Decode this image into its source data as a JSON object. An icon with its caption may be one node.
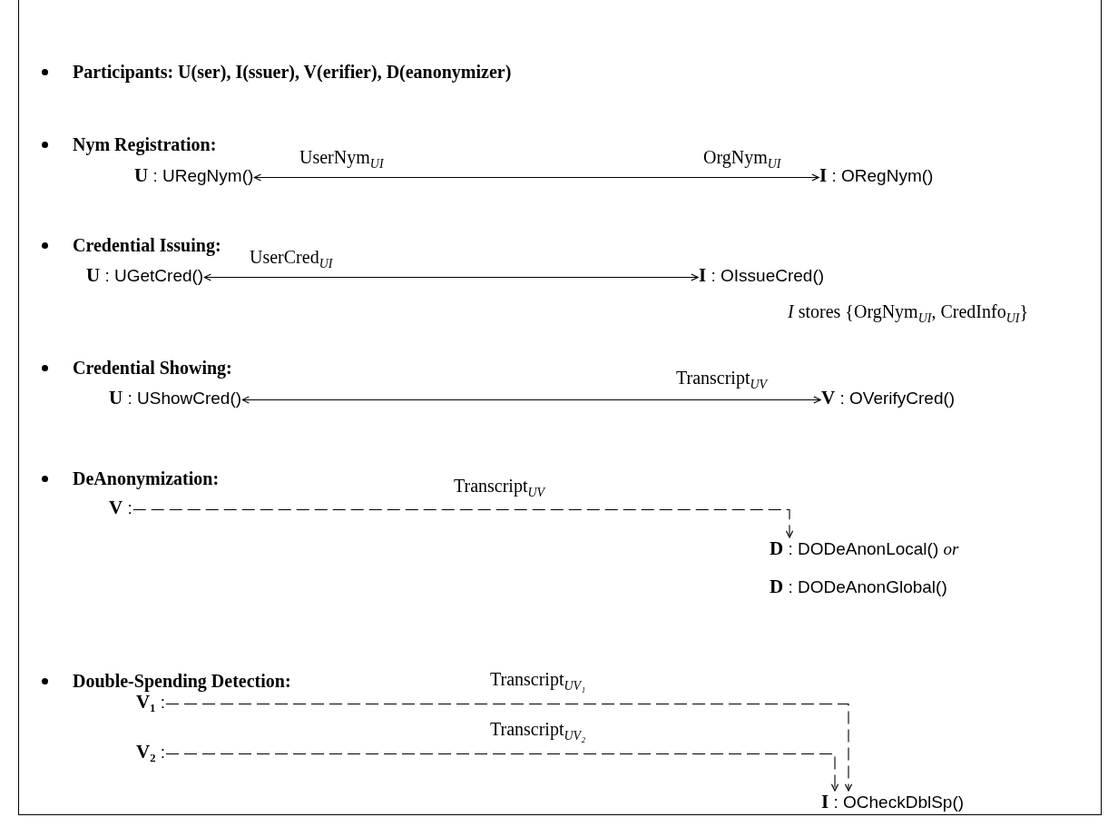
{
  "diagram": {
    "nodes": [
      {
        "text": [
          "**U** : URegNym()"
        ]
      },
      {
        "text": [
          "**I** : ORegNym()"
        ]
      },
      {
        "text": [
          "**U** : UGetCred()"
        ]
      },
      {
        "text": [
          "**I** : OIssueCred()"
        ],
        "beside": [
          "*I* stores {OrgNym$_{UI}$, CredInfo$_{UI}$}"
        ]
      },
      {
        "text": [
          "**U** : UShowCred()"
        ]
      },
      {
        "text": [
          "**V** : OVerifyCred()"
        ]
      },
      {
        "text": [
          "**V** :"
        ]
      },
      {
        "text": [
          "**D** : DODeAnonLocal() *or*"
        ]
      },
      {
        "text": [
          "**D** : DODeAnonGlobal()"
        ]
      },
      {
        "text": [
          "**V₁** :"
        ]
      },
      {
        "text": [
          "**V₂** :"
        ]
      },
      {
        "text": [
          "**I** : OCheckDblSp()"
        ]
      }
    ],
    "edges": [
      {
        "from": 0,
        "to": 1,
        "arrow": "both",
        "label": "UserNym$_{UI}$"
      },
      {
        "from": 2,
        "to": 3,
        "arrow": "both",
        "label": "UserCred$_{UI}$"
      },
      {
        "from": 4,
        "to": 5,
        "arrow": "both",
        "label": "Transcript$_{UV}$"
      },
      {
        "from": 6,
        "to": 7,
        "arrow": "to",
        "style": "dashed",
        "label": "Transcript$_{UV}$"
      },
      {
        "from": 9,
        "to": 11,
        "arrow": "to",
        "style": "dashed",
        "label": "Transcript$_{UV₁}$"
      },
      {
        "from": 10,
        "to": 11,
        "arrow": "to",
        "style": "dashed",
        "label": "Transcript$_{UV₂}$"
      }
    ],
    "labels": [
      "Participants: U(ser), I(ssuer), V(erifier), D(eanonymizer)",
      "Nym Registration:",
      "OrgNym$_{UI}$",
      "Credential Issuing:",
      "Credential Showing:",
      "DeAnonymization:",
      "Double-Spending Detection:"
    ]
  }
}
